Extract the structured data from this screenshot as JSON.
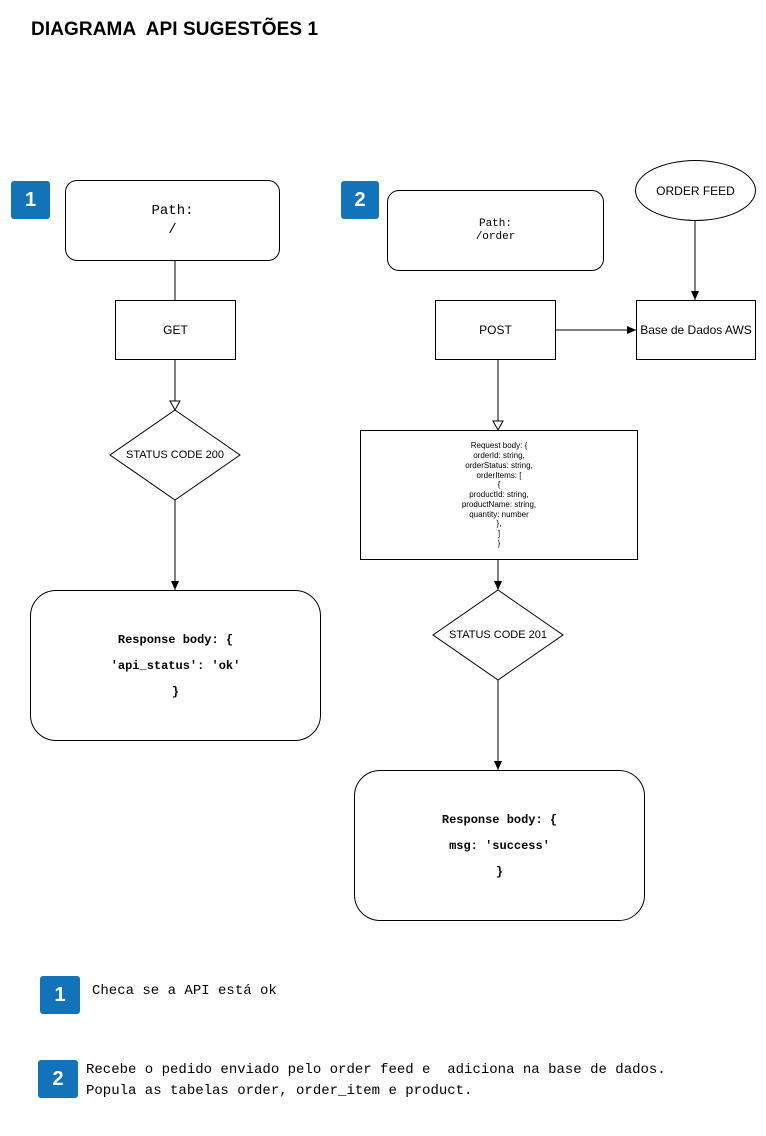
{
  "title": "DIAGRAMA  API SUGESTÕES 1",
  "badges": {
    "one": "1",
    "two": "2"
  },
  "flow1": {
    "path_label": "Path:",
    "path_value": "/",
    "method": "GET",
    "status": "STATUS CODE 200",
    "response": [
      "Response body: {",
      "'api_status': 'ok'",
      "}"
    ]
  },
  "flow2": {
    "path_label": "Path:",
    "path_value": "/order",
    "method": "POST",
    "source": "ORDER FEED",
    "database": "Base de Dados AWS",
    "request": [
      "Request body: {",
      "orderId: string,",
      "orderStatus: string,",
      "orderItems: [",
      "{",
      "productId: string,",
      "productName: string,",
      "quantity: number",
      "},",
      "]",
      "}"
    ],
    "status": "STATUS CODE 201",
    "response": [
      "Response body: {",
      "msg: 'success'",
      "}"
    ]
  },
  "notes": {
    "one": "Checa se a API está ok",
    "two_line1": "Recebe o pedido enviado pelo order feed e  adiciona na base de dados.",
    "two_line2": "Popula as tabelas order, order_item e product."
  },
  "colors": {
    "badge": "#1373b8",
    "stroke": "#000000"
  }
}
